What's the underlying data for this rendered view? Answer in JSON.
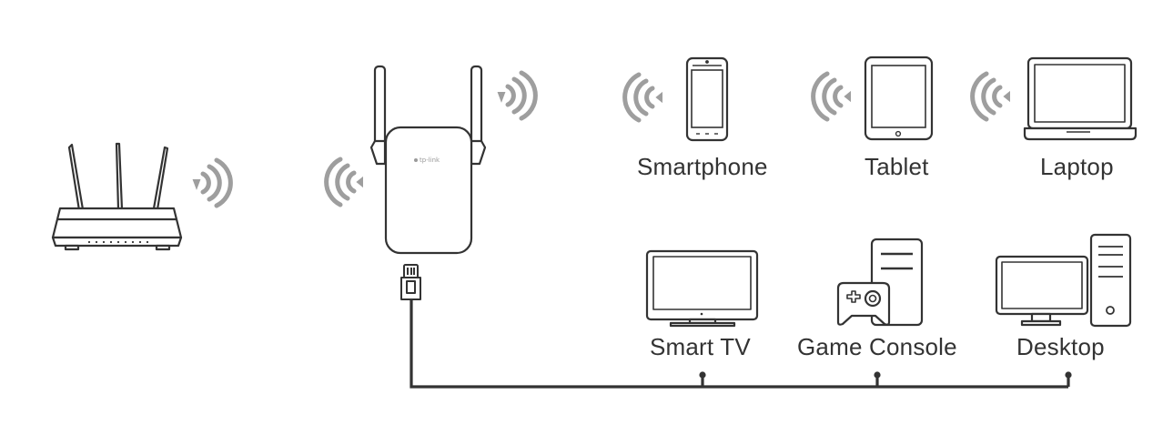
{
  "diagram": {
    "extender_brand": "tp-link",
    "wireless_devices": [
      {
        "id": "smartphone",
        "label": "Smartphone"
      },
      {
        "id": "tablet",
        "label": "Tablet"
      },
      {
        "id": "laptop",
        "label": "Laptop"
      }
    ],
    "wired_devices": [
      {
        "id": "smart-tv",
        "label": "Smart TV"
      },
      {
        "id": "game-console",
        "label": "Game Console"
      },
      {
        "id": "desktop",
        "label": "Desktop"
      }
    ],
    "colors": {
      "line": "#333333",
      "signal": "#9e9e9e",
      "fill": "#ffffff",
      "label": "#333333"
    }
  }
}
